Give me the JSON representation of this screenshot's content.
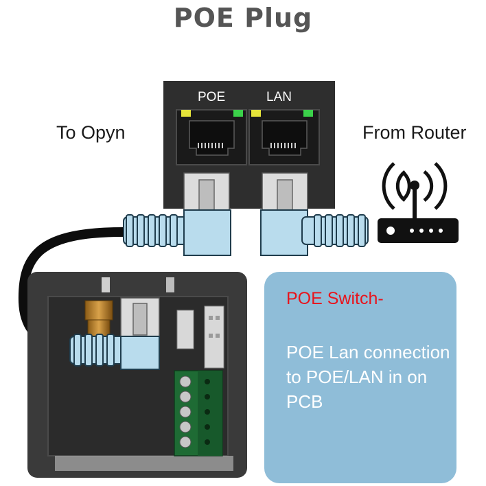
{
  "title": "POE Plug",
  "labels": {
    "left": "To Opyn",
    "right": "From Router",
    "port_poe": "POE",
    "port_lan": "LAN"
  },
  "callout": {
    "title": "POE Switch-",
    "body": "POE Lan connection to POE/LAN in on PCB"
  },
  "colors": {
    "connector_fill": "#b9dced",
    "connector_stroke": "#1f3c4c",
    "callout_bg": "#8fbdd8",
    "callout_title": "#e8141c",
    "led_yellow": "#e5e33a",
    "led_green": "#3bd14a",
    "title_text": "#555555"
  },
  "icons": [
    "wifi-router-icon",
    "ethernet-port-icon",
    "rj45-plug-icon",
    "terminal-block-icon"
  ]
}
